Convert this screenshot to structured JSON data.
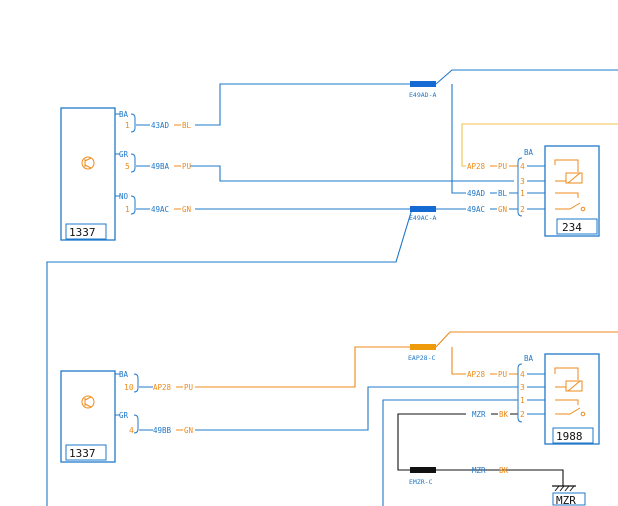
{
  "colors": {
    "blue": "#1f78c8",
    "orange": "#ee8a1a",
    "yellow": "#f1c24c",
    "black": "#111111",
    "connector_blue": "#1469d2",
    "connector_orange": "#ef9a0a"
  },
  "icons": {
    "component_symbol": "transistor-symbol-icon",
    "ground": "ground-icon",
    "relay": "relay-coil-icon"
  },
  "component_a": {
    "id": "1337",
    "connectors": [
      {
        "name": "BA",
        "pin": "1",
        "wire": "43AD",
        "color": "BL"
      },
      {
        "name": "GR",
        "pin": "5",
        "wire": "49BA",
        "color": "PU"
      },
      {
        "name": "NO",
        "pin": "1",
        "wire": "49AC",
        "color": "GN"
      }
    ]
  },
  "component_b": {
    "id": "234",
    "connector": "BA",
    "pins": [
      "4",
      "3",
      "1",
      "2"
    ],
    "wires": [
      {
        "wire": "AP28",
        "color": "PU"
      },
      {
        "wire": "49AD",
        "color": "BL"
      },
      {
        "wire": "49AC",
        "color": "GN"
      }
    ]
  },
  "inline_connectors_top": [
    "E49AD-A",
    "E49AC-A"
  ],
  "component_c": {
    "id": "1337",
    "connectors": [
      {
        "name": "BA",
        "pin": "10",
        "wire": "AP28",
        "color": "PU"
      },
      {
        "name": "GR",
        "pin": "4",
        "wire": "49BB",
        "color": "GN"
      }
    ]
  },
  "component_d": {
    "id": "1988",
    "connector": "BA",
    "pins": [
      "4",
      "3",
      "1",
      "2"
    ],
    "wires": [
      {
        "wire": "AP28",
        "color": "PU"
      },
      {
        "wire": "MZR",
        "color": "BK"
      }
    ]
  },
  "inline_connectors_bottom": [
    "EAP28-C",
    "EMZR-C"
  ],
  "ground_wire": {
    "wire": "MZR",
    "color": "BK"
  },
  "ground_label": "MZR"
}
